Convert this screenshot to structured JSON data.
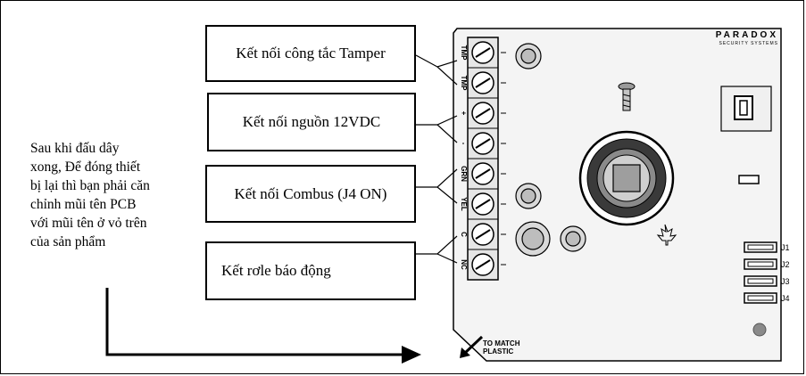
{
  "labels": {
    "tamper": "Kết nối công tắc Tamper",
    "power": "Kết nối nguồn 12VDC",
    "combus": "Kết nối Combus (J4 ON)",
    "relay": "Kết rơle báo động"
  },
  "note_lines": [
    "Sau khi đấu dây",
    "xong, Để đóng thiết",
    "bị lại thì bạn phải căn",
    "chỉnh mũi tên PCB",
    "với mũi tên ở vỏ trên",
    "của sản phẩm"
  ],
  "board": {
    "brand": "PARADOX",
    "brand_sub": "SECURITY SYSTEMS",
    "terminals": [
      "TMP",
      "TMP",
      "+",
      "-",
      "GRN",
      "YEL",
      "C",
      "NC"
    ],
    "jumpers": [
      "J1",
      "J2",
      "J3",
      "J4"
    ],
    "arrow_text_1": "TO MATCH",
    "arrow_text_2": "PLASTIC"
  },
  "colors": {
    "line": "#000000",
    "board_bg": "#f4f4f4",
    "part_gray": "#b5b5b5"
  }
}
